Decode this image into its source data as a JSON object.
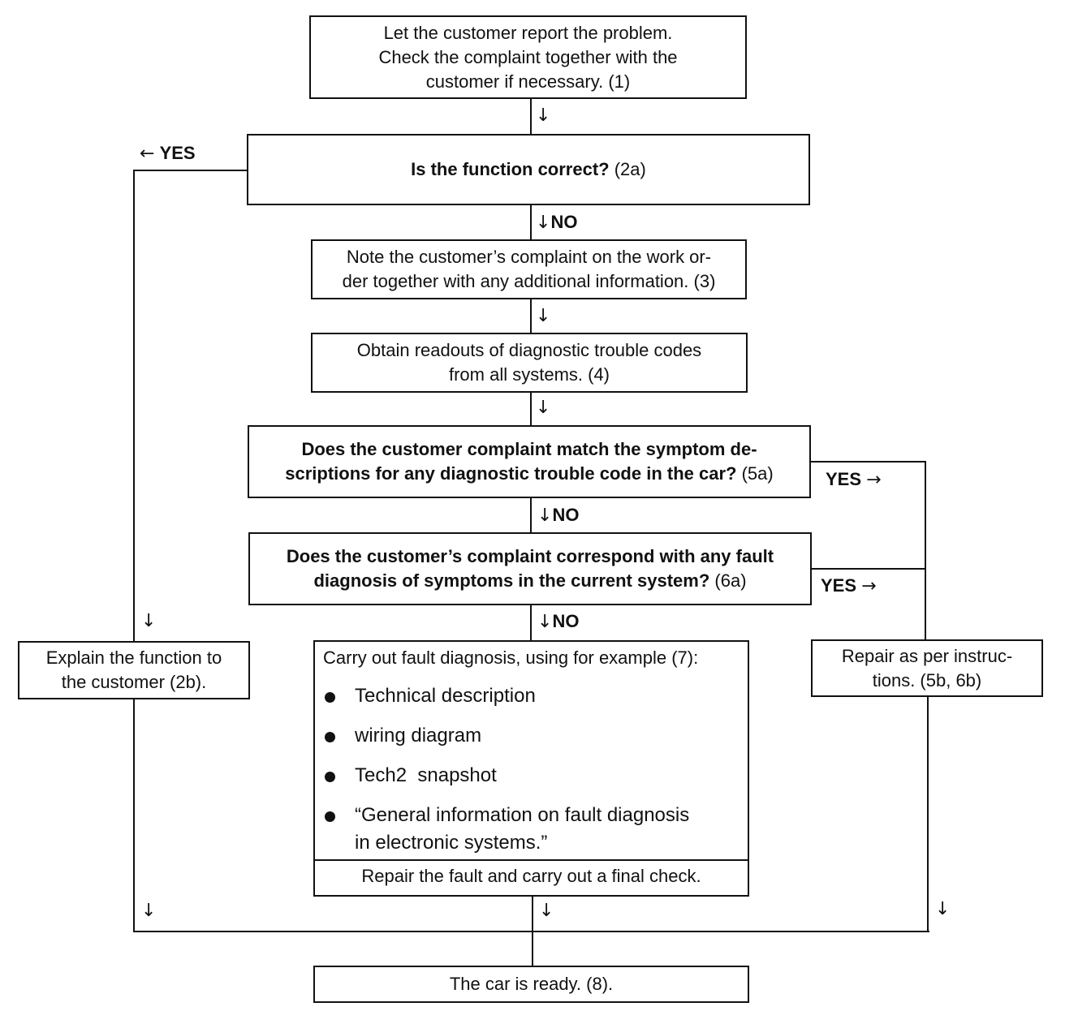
{
  "steps": {
    "s1": {
      "lines": [
        "Let the customer report the problem.",
        "Check the complaint together with the",
        "customer if necessary. (1)"
      ]
    },
    "s2a": {
      "question": "Is the function correct?",
      "ref": "(2a)"
    },
    "s2b": {
      "lines": [
        "Explain the function to",
        "the customer (2b)."
      ]
    },
    "s3": {
      "lines": [
        "Note the customer’s complaint on the work or-",
        "der together with any additional information. (3)"
      ]
    },
    "s4": {
      "lines": [
        "Obtain readouts of diagnostic trouble codes",
        "from all systems. (4)"
      ]
    },
    "s5a": {
      "line1": "Does the customer complaint match the symptom de-",
      "line2": "scriptions for any diagnostic trouble code in the car?",
      "ref": "(5a)"
    },
    "s6a": {
      "line1": "Does the customer’s complaint correspond with any fault",
      "line2": "diagnosis of symptoms in the current system?",
      "ref": "(6a)"
    },
    "s56b": {
      "lines": [
        "Repair as per instruc-",
        "tions. (5b, 6b)"
      ]
    },
    "s7": {
      "heading": "Carry out fault diagnosis, using for example (7):",
      "bullets": [
        "Technical description",
        "wiring diagram",
        "Tech2  snapshot",
        "“General information on fault diagnosis",
        "in electronic systems.”"
      ],
      "footer": "Repair the fault and carry out a final check."
    },
    "s8": {
      "text": "The car is ready. (8)."
    }
  },
  "labels": {
    "yes": "YES",
    "no": "NO",
    "arrow_down": "↓",
    "arrow_left": "←",
    "arrow_right": "→"
  }
}
